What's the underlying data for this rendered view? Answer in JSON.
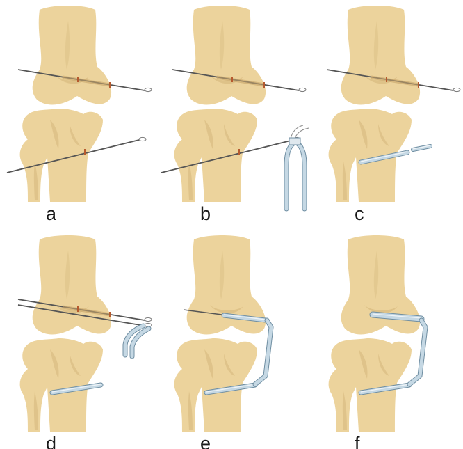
{
  "figure": {
    "panels": [
      {
        "label": "a",
        "tibia_graft": "none",
        "extra_graft": "none",
        "femur_graft": "none",
        "column": 0,
        "row": 0
      },
      {
        "label": "b",
        "tibia_graft": "none",
        "extra_graft": "loop",
        "femur_graft": "none",
        "column": 1,
        "row": 0
      },
      {
        "label": "c",
        "tibia_graft": "partial",
        "extra_graft": "none",
        "femur_graft": "none",
        "column": 2,
        "row": 0
      },
      {
        "label": "d",
        "tibia_graft": "full",
        "extra_graft": "bent-pull",
        "femur_graft": "none",
        "column": 0,
        "row": 1
      },
      {
        "label": "e",
        "tibia_graft": "full",
        "extra_graft": "none",
        "femur_graft": "partial",
        "column": 1,
        "row": 1
      },
      {
        "label": "f",
        "tibia_graft": "full",
        "extra_graft": "none",
        "femur_graft": "full",
        "column": 2,
        "row": 1
      }
    ],
    "colors": {
      "bone_fill": "#ecd39c",
      "bone_shadow": "#d5b77c",
      "wire": "#555555",
      "graft_fill": "#c5d8e4",
      "graft_stroke": "#6f8ea2",
      "tunnel_mark": "#b65a2e"
    },
    "icons": [
      "femur-bone",
      "tibia-bone",
      "guide-wire",
      "tendon-graft"
    ]
  }
}
